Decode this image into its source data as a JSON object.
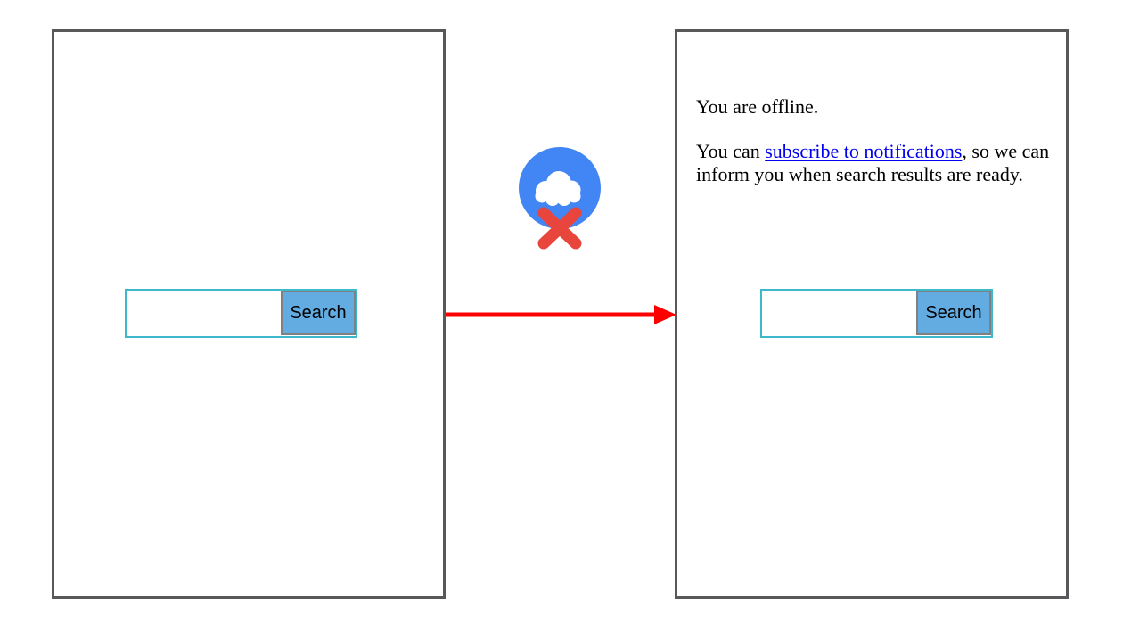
{
  "colors": {
    "window_border": "#58585a",
    "input_border": "#3eb9cb",
    "button_fill": "#63ace1",
    "button_border": "#808080",
    "button_text": "#000000",
    "text_color": "#000000",
    "link_blue": "#0000ee",
    "cloud_blue": "#4285f4",
    "cross_red": "#e8453c",
    "arrow_red": "#ff0000"
  },
  "left_window": {
    "search_input_value": "",
    "search_input_placeholder": "",
    "search_button_label": "Search"
  },
  "connector": {
    "cloud_icon": "offline-cloud-with-red-cross",
    "arrow_icon": "red-right-arrow"
  },
  "right_window": {
    "offline_status": "You are offline.",
    "notify_sentence": {
      "before_link": "You can ",
      "link_label": "subscribe to notifications",
      "after_link": ", so we can inform you when search results are ready."
    },
    "search_input_value": "",
    "search_input_placeholder": "",
    "search_button_label": "Search"
  }
}
